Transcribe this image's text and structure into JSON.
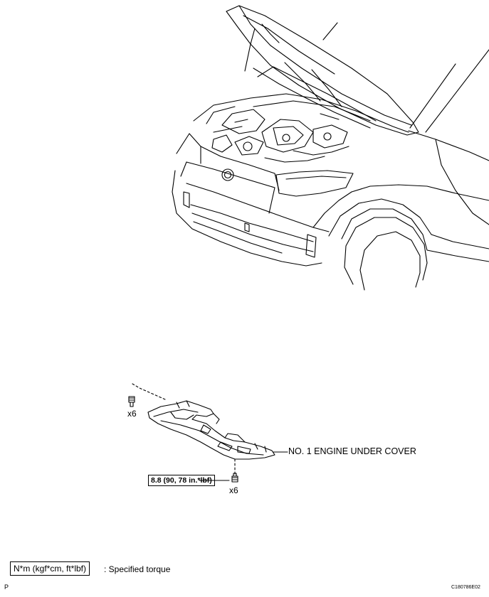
{
  "diagram": {
    "part_label": "NO. 1 ENGINE UNDER COVER",
    "upper_qty": "x6",
    "lower_qty": "x6",
    "torque_value": "8.8 (90, 78 in.*lbf)"
  },
  "legend": {
    "unit_box": "N*m (kgf*cm, ft*lbf)",
    "description": ": Specified torque"
  },
  "footer": {
    "corner_mark": "P",
    "figure_id": "C180786E02"
  },
  "colors": {
    "line": "#000000",
    "background": "#ffffff"
  }
}
